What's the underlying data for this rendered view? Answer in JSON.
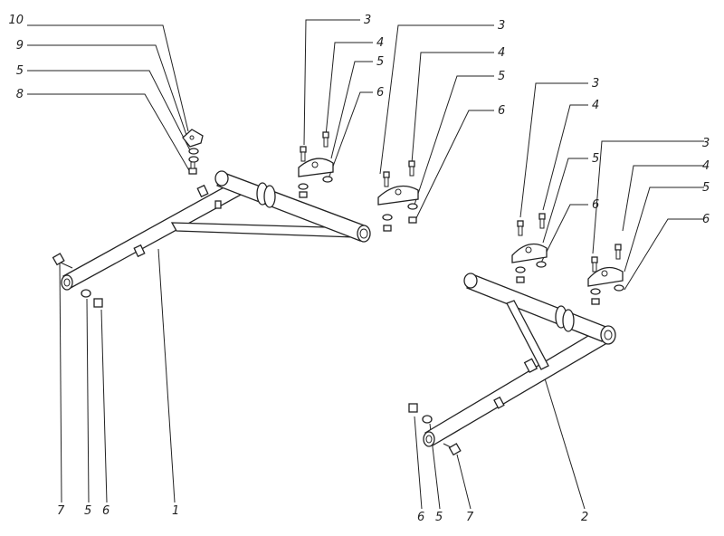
{
  "labels": {
    "l_10": "10",
    "l_9": "9",
    "l_5a": "5",
    "l_8": "8",
    "l_3a": "3",
    "l_4a": "4",
    "l_5b": "5",
    "l_6a": "6",
    "l_3b": "3",
    "l_4b": "4",
    "l_5c": "5",
    "l_6b": "6",
    "l_3c": "3",
    "l_4c": "4",
    "l_5d": "5",
    "l_6c": "6",
    "l_3d": "3",
    "l_4d": "4",
    "l_5e": "5",
    "l_6d": "6",
    "l_7a": "7",
    "l_5f": "5",
    "l_6e": "6",
    "l_1": "1",
    "l_6f": "6",
    "l_5g": "5",
    "l_7b": "7",
    "l_2": "2"
  }
}
